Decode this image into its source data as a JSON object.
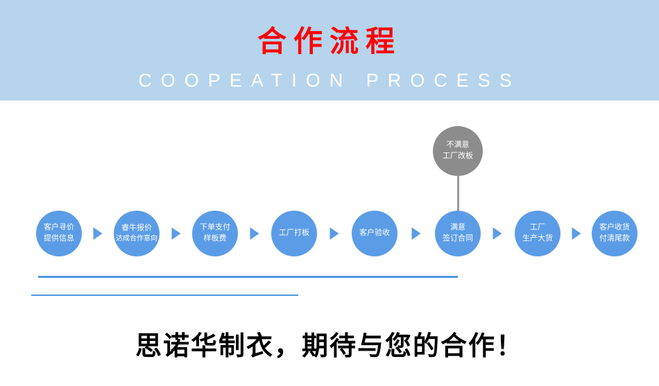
{
  "banner": {
    "title": "合作流程",
    "subtitle": "COOPEATION  PROCESS",
    "bg_color": "#b6d4ec",
    "title_color": "#ff0000",
    "subtitle_color": "#ffffff"
  },
  "flow": {
    "circle_color": "#5b9ce6",
    "branch_circle_color": "#8c8c8c",
    "line_color": "#4f97e2",
    "branch": {
      "line1": "不满意",
      "line2": "工厂改板"
    },
    "steps": [
      {
        "line1": "客户寻价",
        "line2": "提供信息"
      },
      {
        "line1": "睿牛报价",
        "line2": "达成合作意向"
      },
      {
        "line1": "下单支付",
        "line2": "样板费"
      },
      {
        "line1": "工厂打板",
        "line2": ""
      },
      {
        "line1": "客户验收",
        "line2": ""
      },
      {
        "line1": "满意",
        "line2": "签订合同"
      },
      {
        "line1": "工厂",
        "line2": "生产大货"
      },
      {
        "line1": "客户收货",
        "line2": "付清尾款"
      }
    ]
  },
  "footer": {
    "slogan": "思诺华制衣，期待与您的合作！"
  }
}
